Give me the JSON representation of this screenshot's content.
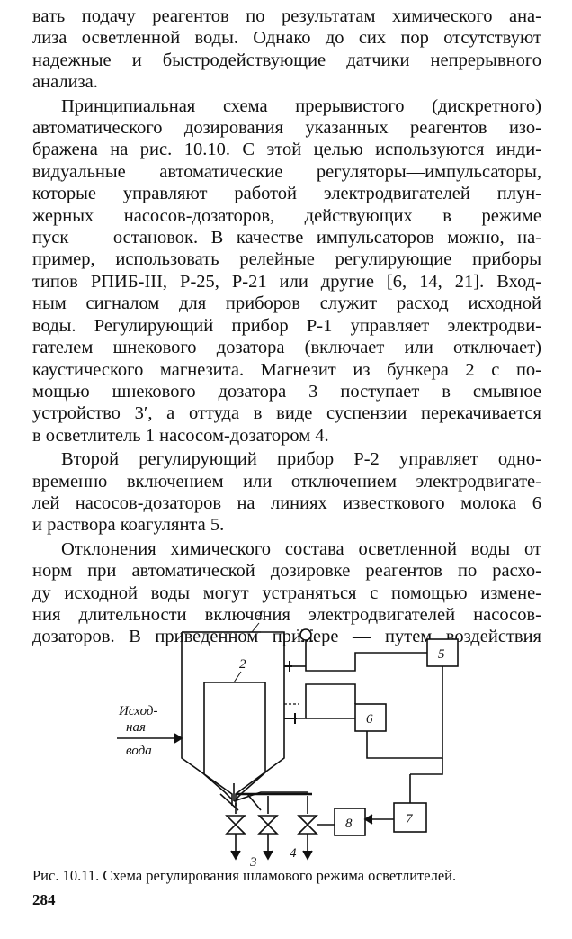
{
  "body_lines": [
    {
      "text": "вать подачу реагентов по результатам химического ана-",
      "indent": false,
      "last": false
    },
    {
      "text": "лиза осветленной воды. Однако до сих пор отсутствуют",
      "indent": false,
      "last": false
    },
    {
      "text": "надежные и быстродействующие датчики непрерывного",
      "indent": false,
      "last": false
    },
    {
      "text": "анализа.",
      "indent": false,
      "last": true
    },
    {
      "text": "Принципиальная схема прерывистого (дискретного)",
      "indent": true,
      "last": false
    },
    {
      "text": "автоматического дозирования указанных реагентов изо-",
      "indent": false,
      "last": false
    },
    {
      "text": "бражена на рис. 10.10. С этой целью используются инди-",
      "indent": false,
      "last": false
    },
    {
      "text": "видуальные автоматические регуляторы—импульсаторы,",
      "indent": false,
      "last": false
    },
    {
      "text": "которые управляют работой электродвигателей плун-",
      "indent": false,
      "last": false
    },
    {
      "text": "жерных насосов-дозаторов, действующих в режиме",
      "indent": false,
      "last": false
    },
    {
      "text": "пуск — остановок. В качестве импульсаторов можно, на-",
      "indent": false,
      "last": false
    },
    {
      "text": "пример, использовать релейные регулирующие приборы",
      "indent": false,
      "last": false
    },
    {
      "text": "типов РПИБ-III, Р-25, Р-21 или другие [6, 14, 21]. Вход-",
      "indent": false,
      "last": false
    },
    {
      "text": "ным сигналом для приборов служит расход исходной",
      "indent": false,
      "last": false
    },
    {
      "text": "воды. Регулирующий прибор Р-1 управляет электродви-",
      "indent": false,
      "last": false
    },
    {
      "text": "гателем шнекового дозатора (включает или отключает)",
      "indent": false,
      "last": false
    },
    {
      "text": "каустического магнезита. Магнезит из бункера 2 с по-",
      "indent": false,
      "last": false
    },
    {
      "text": "мощью шнекового дозатора 3 поступает в смывное",
      "indent": false,
      "last": false
    },
    {
      "text": "устройство 3′, а оттуда в виде суспензии перекачивается",
      "indent": false,
      "last": false
    },
    {
      "text": "в осветлитель 1 насосом-дозатором 4.",
      "indent": false,
      "last": true
    },
    {
      "text": "Второй регулирующий прибор Р-2 управляет одно-",
      "indent": true,
      "last": false
    },
    {
      "text": "временно включением или отключением электродвигате-",
      "indent": false,
      "last": false
    },
    {
      "text": "лей насосов-дозаторов на линиях известкового молока 6",
      "indent": false,
      "last": false
    },
    {
      "text": "и раствора коагулянта 5.",
      "indent": false,
      "last": true
    },
    {
      "text": "Отклонения химического состава осветленной воды от",
      "indent": true,
      "last": false
    },
    {
      "text": "норм при автоматической дозировке реагентов по расхо-",
      "indent": false,
      "last": false
    },
    {
      "text": "ду исходной воды могут устраняться с помощью измене-",
      "indent": false,
      "last": false
    },
    {
      "text": "ния длительности включения электродвигателей насосов-",
      "indent": false,
      "last": false
    },
    {
      "text": "дозаторов. В приведенном примере — путем воздействия",
      "indent": false,
      "last": false
    }
  ],
  "figure": {
    "labels": {
      "l1": "1",
      "l2": "2",
      "l3": "3",
      "l4": "4",
      "l5": "5",
      "l6": "6",
      "l7": "7",
      "l8": "8",
      "inlet_1": "Исход-",
      "inlet_2": "ная",
      "inlet_3": "вода"
    }
  },
  "caption": "Рис. 10.11. Схема регулирования шламового режима осветлителей.",
  "page_number": "284"
}
